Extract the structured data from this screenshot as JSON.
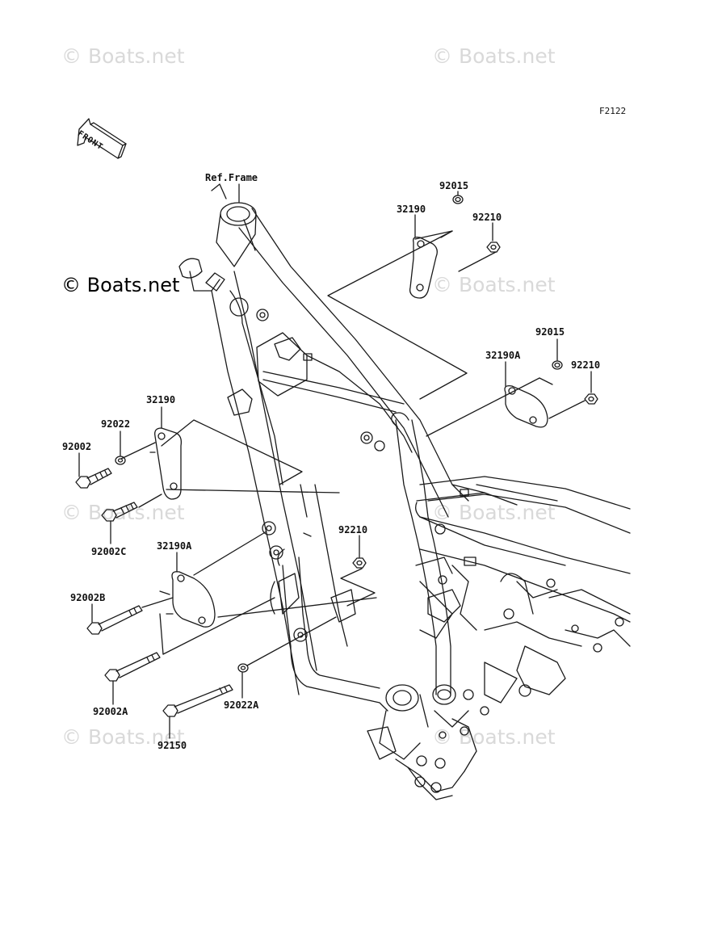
{
  "diagram_code": "F2122",
  "front_label": "FRONT",
  "ref_frame_label": "Ref.Frame",
  "watermarks": {
    "light": "© Boats.net",
    "dark": "© Boats.net"
  },
  "parts": {
    "p32190_top": "32190",
    "p92015_top": "92015",
    "p92210_top": "92210",
    "p92015_mid": "92015",
    "p32190A_mid": "32190A",
    "p92210_mid": "92210",
    "p32190_left": "32190",
    "p92022": "92022",
    "p92002": "92002",
    "p92002C": "92002C",
    "p92210_center": "92210",
    "p32190A_left": "32190A",
    "p92002B": "92002B",
    "p92002A": "92002A",
    "p92022A": "92022A",
    "p92150": "92150"
  },
  "colors": {
    "line": "#1a1a1a",
    "watermark": "#d9d9d9"
  }
}
